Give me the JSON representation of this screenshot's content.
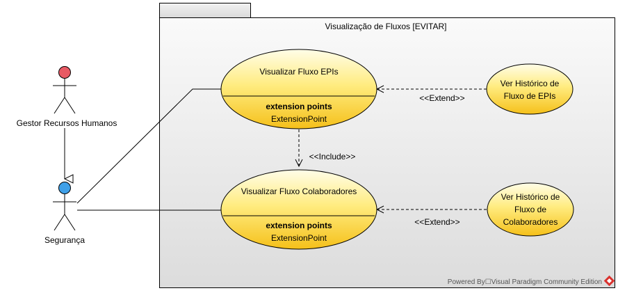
{
  "package": {
    "title": "Visualização de Fluxos [EVITAR]"
  },
  "actors": {
    "gestor": {
      "label": "Gestor Recursos Humanos",
      "head_color": "#e85a64"
    },
    "seguranca": {
      "label": "Segurança",
      "head_color": "#3fa0e8"
    }
  },
  "use_cases": {
    "visualizar_epis": {
      "name": "Visualizar Fluxo EPIs",
      "ext_header": "extension points",
      "ext_point": "ExtensionPoint"
    },
    "visualizar_colaboradores": {
      "name": "Visualizar Fluxo Colaboradores",
      "ext_header": "extension points",
      "ext_point": "ExtensionPoint"
    },
    "historico_epis": {
      "lines": [
        "Ver Histórico de",
        "Fluxo de EPIs"
      ]
    },
    "historico_colaboradores": {
      "lines": [
        "Ver Histórico de",
        "Fluxo de",
        "Colaboradores"
      ]
    }
  },
  "relations": {
    "extend_1": "<<Extend>>",
    "extend_2": "<<Extend>>",
    "include": "<<Include>>"
  },
  "watermark": "Powered By☐Visual Paradigm Community Edition",
  "colors": {
    "usecase_top": "#fffde0",
    "usecase_bottom": "#f7c520",
    "package_top": "#fafafa",
    "package_bottom": "#dedede"
  }
}
